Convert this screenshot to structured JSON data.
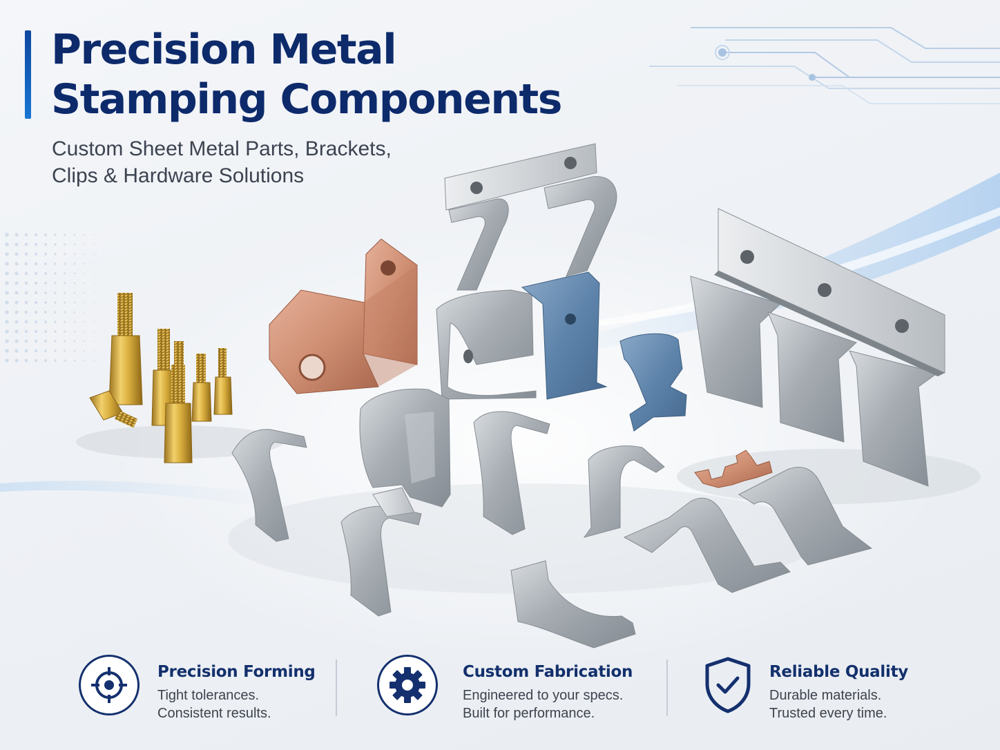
{
  "header": {
    "title_line1": "Precision Metal",
    "title_line2": "Stamping Components",
    "subtitle_line1": "Custom Sheet Metal Parts, Brackets,",
    "subtitle_line2": "Clips & Hardware Solutions"
  },
  "features": [
    {
      "icon": "crosshair-icon",
      "title": "Precision Forming",
      "line1": "Tight tolerances.",
      "line2": "Consistent results."
    },
    {
      "icon": "gear-icon",
      "title": "Custom Fabrication",
      "line1": "Engineered to your specs.",
      "line2": "Built for performance."
    },
    {
      "icon": "shield-check-icon",
      "title": "Reliable Quality",
      "line1": "Durable materials.",
      "line2": "Trusted every time."
    }
  ],
  "colors": {
    "title": "#0d2a6b",
    "accent": "#1565c0",
    "brass": "#c9a23a",
    "copper": "#c98a6c",
    "steel": "#a2a8ae",
    "blue_steel": "#5f84ab"
  }
}
